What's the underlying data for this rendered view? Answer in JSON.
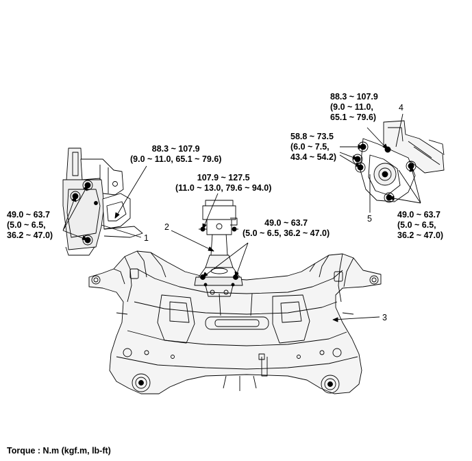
{
  "torques": {
    "t1": {
      "line1": "88.3 ~ 107.9",
      "line2": "(9.0 ~ 11.0, 65.1 ~ 79.6)"
    },
    "t2": {
      "line1": "49.0 ~ 63.7",
      "line2": "(5.0 ~ 6.5,",
      "line3": "36.2 ~ 47.0)"
    },
    "t3": {
      "line1": "107.9 ~ 127.5",
      "line2": "(11.0 ~ 13.0, 79.6 ~ 94.0)"
    },
    "t4": {
      "line1": "49.0 ~ 63.7",
      "line2": "(5.0 ~ 6.5, 36.2 ~ 47.0)"
    },
    "t5": {
      "line1": "88.3 ~ 107.9",
      "line2": "(9.0 ~ 11.0,",
      "line3": "65.1 ~ 79.6)"
    },
    "t6": {
      "line1": "58.8 ~ 73.5",
      "line2": "(6.0 ~ 7.5,",
      "line3": "43.4 ~ 54.2)"
    },
    "t7": {
      "line1": "49.0 ~ 63.7",
      "line2": "(5.0 ~ 6.5,",
      "line3": "36.2 ~ 47.0)"
    }
  },
  "callouts": {
    "c1": "1",
    "c2": "2",
    "c3": "3",
    "c4": "4",
    "c5": "5"
  },
  "footer": "Torque : N.m (kgf.m, lb-ft)"
}
